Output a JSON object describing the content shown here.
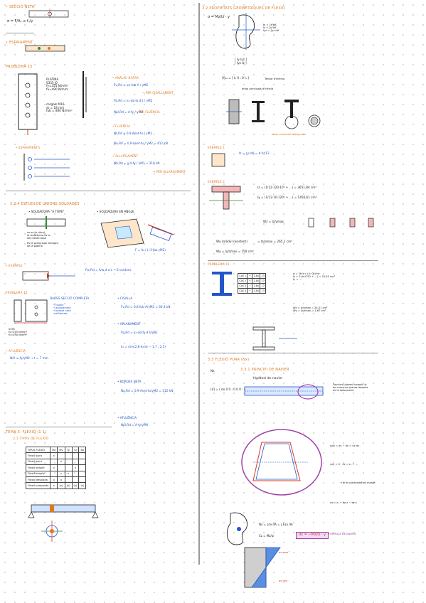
{
  "left": {
    "h1": "• SECCIÓ NETA",
    "h2": "• ESPAIAMENT",
    "h3": "PROBLEMA 15",
    "h4": "• ESPAIAMENTS",
    "h5": "• ANÀLISI BARRA",
    "h6": "• FLUÈNCIA",
    "h7": "• ALLARGAMENT",
    "h8": "3.2.4 ESTUDI DE UNIONS SOLDADES",
    "h9": "• SOLDADURA \"A TOPE\"",
    "h10": "• SOLDADURA EN ANGLE",
    "h11": "• EXEMPLE",
    "h12": "PROBLEMA 16",
    "h13": "DADES SECCIÓ COMPLETA",
    "h14": "• CISALLA",
    "h15": "• APLANAMENT",
    "h16": "• AFLUÈNCIA",
    "h17": "• BORDES NETA",
    "h18": "TEMA 3: FLEXIÓ (1-1)",
    "h19": "3.1 TIPUS DE FLEXIÓ",
    "pr1": "→ PER CISALLAMENT",
    "pr2": "→ PER FLUÈNCIA",
    "pr3": "→ PER ALLARGAMENT",
    "table_title": "TIPUS FLEXIÓ",
    "cols": [
      "Mz",
      "My",
      "Ty",
      "Tz",
      "Nx"
    ],
    "rows": [
      {
        "label": "Flexió pura",
        "cells": [
          "x",
          "",
          "",
          "",
          ""
        ]
      },
      {
        "label": "Flexió pura",
        "cells": [
          "",
          "x",
          "",
          "",
          ""
        ]
      },
      {
        "label": "Flexió simple",
        "cells": [
          "x",
          "",
          "",
          "x",
          ""
        ]
      },
      {
        "label": "Flexió simple",
        "cells": [
          "",
          "x",
          "x",
          "",
          ""
        ]
      },
      {
        "label": "Flexió desviada",
        "cells": [
          "x",
          "x",
          "",
          "",
          ""
        ]
      },
      {
        "label": "Flexió composta",
        "cells": [
          "x",
          "(x)",
          "(x)",
          "(x)",
          "(x)"
        ]
      }
    ]
  },
  "right": {
    "h1": "3.2 PROPIETATS GEOMÈTRIQUES DE FLEXIÓ",
    "h2": "EXEMPLE 1",
    "h3": "EXEMPLE 2",
    "h4": "PROBLEMA 16",
    "h5": "3.3 FLEXIÓ PURA (Nx)",
    "h6": "3.3.1 PRINCIPI DE NAVIER",
    "h7": "hipòtesi de navier",
    "h8": "FÓRMULA DE NAVIER",
    "n1": "Tensor d'inèrcia",
    "n2": "eixos principals d'inèrcia",
    "n3": "eixos principals ortogonals",
    "n4": "Wy (mòdul resistent)"
  }
}
